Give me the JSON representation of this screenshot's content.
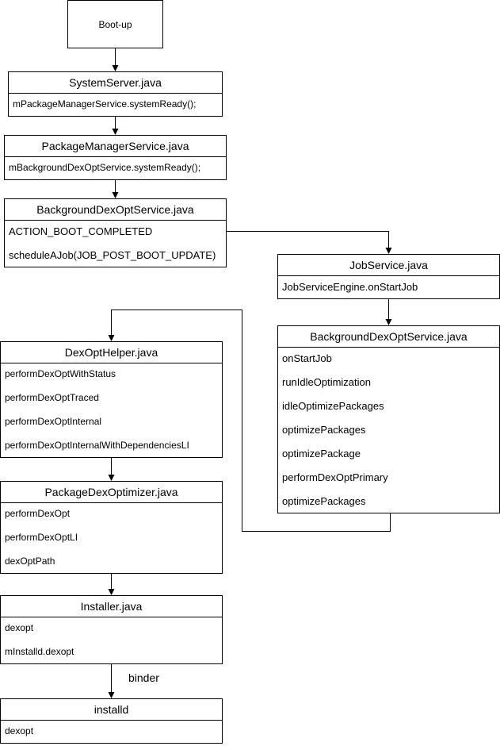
{
  "boot": "Boot-up",
  "system_server": {
    "title": "SystemServer.java",
    "rows": [
      "mPackageManagerService.systemReady();"
    ]
  },
  "pms": {
    "title": "PackageManagerService.java",
    "rows": [
      "mBackgroundDexOptService.systemReady();"
    ]
  },
  "bdos1": {
    "title": "BackgroundDexOptService.java",
    "rows": [
      "ACTION_BOOT_COMPLETED",
      "scheduleAJob(JOB_POST_BOOT_UPDATE)"
    ]
  },
  "job_service": {
    "title": "JobService.java",
    "rows": [
      "JobServiceEngine.onStartJob"
    ]
  },
  "bdos2": {
    "title": "BackgroundDexOptService.java",
    "rows": [
      "onStartJob",
      "runIdleOptimization",
      "idleOptimizePackages",
      "optimizePackages",
      "optimizePackage",
      "performDexOptPrimary",
      "optimizePackages"
    ]
  },
  "dexopt_helper": {
    "title": "DexOptHelper.java",
    "rows": [
      "performDexOptWithStatus",
      "performDexOptTraced",
      "performDexOptInternal",
      "performDexOptInternalWithDependenciesLI"
    ]
  },
  "package_dex_optimizer": {
    "title": "PackageDexOptimizer.java",
    "rows": [
      "performDexOpt",
      "performDexOptLI",
      "dexOptPath"
    ]
  },
  "installer": {
    "title": "Installer.java",
    "rows": [
      "dexopt",
      "mInstalld.dexopt"
    ]
  },
  "installd": {
    "title": "installd",
    "rows": [
      "dexopt"
    ]
  },
  "binder_label": "binder"
}
